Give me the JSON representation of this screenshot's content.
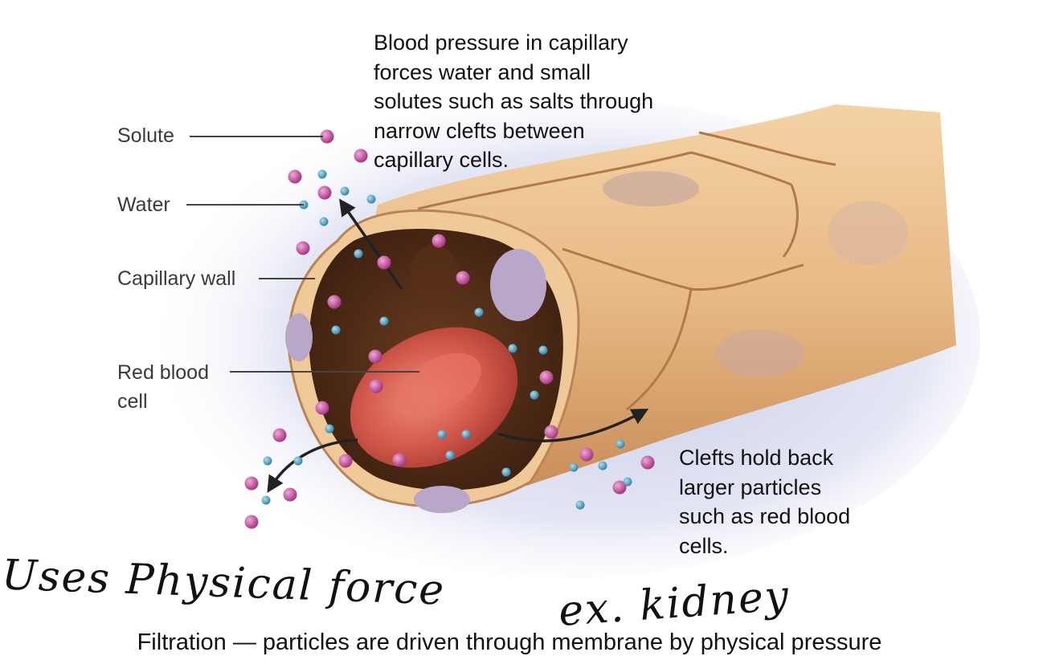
{
  "labels": {
    "solute": "Solute",
    "water": "Water",
    "capillary_wall": "Capillary wall",
    "red_blood_cell_line1": "Red blood",
    "red_blood_cell_line2": "cell"
  },
  "callouts": {
    "pressure_lines": [
      "Blood pressure in capillary",
      "forces water and small",
      "solutes such as salts through",
      "narrow clefts between",
      "capillary cells."
    ],
    "clefts_lines": [
      "Clefts hold back",
      "larger particles",
      "such as red blood",
      "cells."
    ]
  },
  "handwriting": {
    "left": "Uses Physical force",
    "right": "ex. kidney"
  },
  "caption": "Filtration — particles are driven through membrane by physical pressure",
  "colors": {
    "solute": "#b83d8f",
    "water": "#3f9dc0",
    "tube": "#e2b47f",
    "lumen": "#4a2a17",
    "rbc": "#d25a4c",
    "nucleus": "#b8a7c9",
    "halo": "#d6d9ef"
  }
}
